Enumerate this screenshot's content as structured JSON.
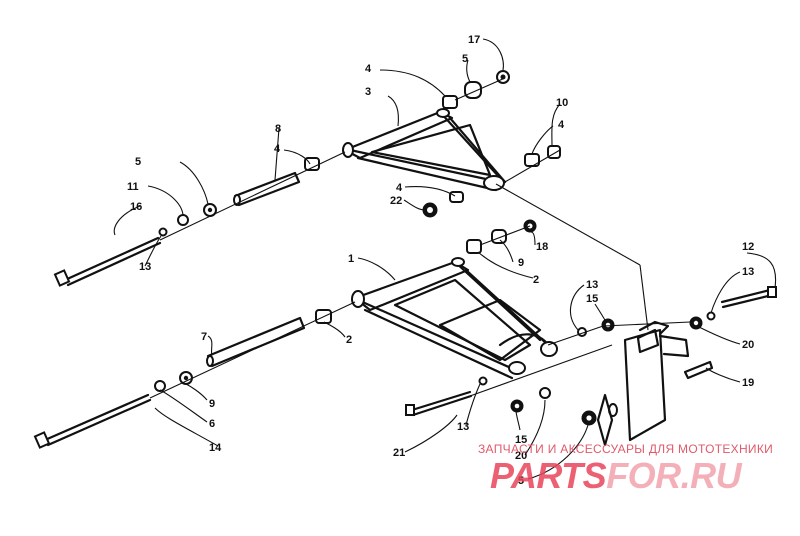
{
  "diagram": {
    "callouts": {
      "c1": "1",
      "c2a": "2",
      "c2b": "2",
      "c3": "3",
      "c4a": "4",
      "c4b": "4",
      "c4c": "4",
      "c4d": "4",
      "c5a": "5",
      "c5b": "5",
      "c5c": "5",
      "c6": "6",
      "c7": "7",
      "c8": "8",
      "c9a": "9",
      "c9b": "9",
      "c10": "10",
      "c11": "11",
      "c12": "12",
      "c13a": "13",
      "c13b": "13",
      "c13c": "13",
      "c13d": "13",
      "c14": "14",
      "c15a": "15",
      "c15b": "15",
      "c16": "16",
      "c17": "17",
      "c18": "18",
      "c19": "19",
      "c20a": "20",
      "c20b": "20",
      "c21": "21",
      "c22": "22"
    }
  },
  "watermark": {
    "tagline": "ЗАПЧАСТИ И АКСЕССУАРЫ ДЛЯ МОТОТЕХНИКИ",
    "logo_main": "PARTS",
    "logo_tail": "FOR.RU"
  },
  "colors": {
    "ink": "#111111",
    "watermark": "#e8465b"
  }
}
